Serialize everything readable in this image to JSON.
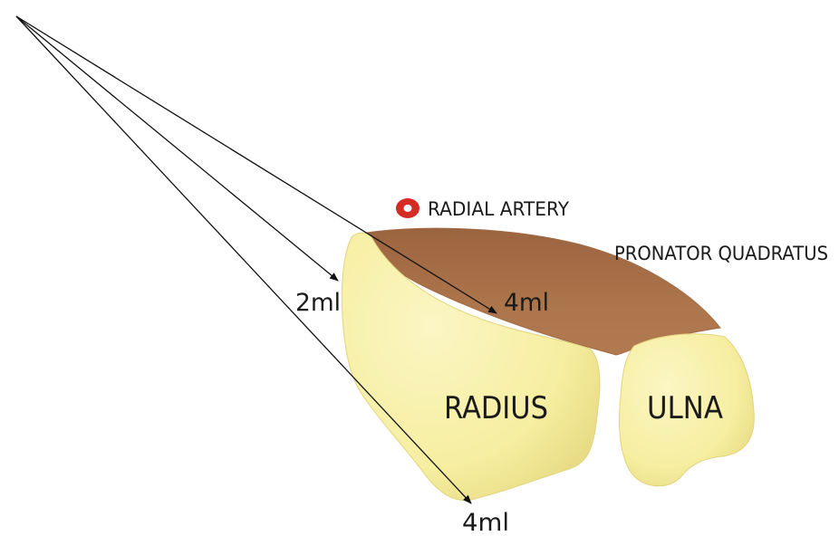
{
  "labels": {
    "radial_artery": "RADIAL ARTERY",
    "pronator_quadratus": "PRONATOR QUADRATUS",
    "radius": "RADIUS",
    "ulna": "ULNA",
    "dose_top": "4ml",
    "dose_middle": "2ml",
    "dose_bottom": "4ml"
  },
  "colors": {
    "bone": "#f7f0a6",
    "bone_shade": "#e8dc86",
    "muscle": "#a87047",
    "muscle_shade": "#8c5836",
    "artery": "#d42b25",
    "arrow": "#111111"
  },
  "icons": {
    "radial_artery_marker": "artery-ring-icon"
  }
}
